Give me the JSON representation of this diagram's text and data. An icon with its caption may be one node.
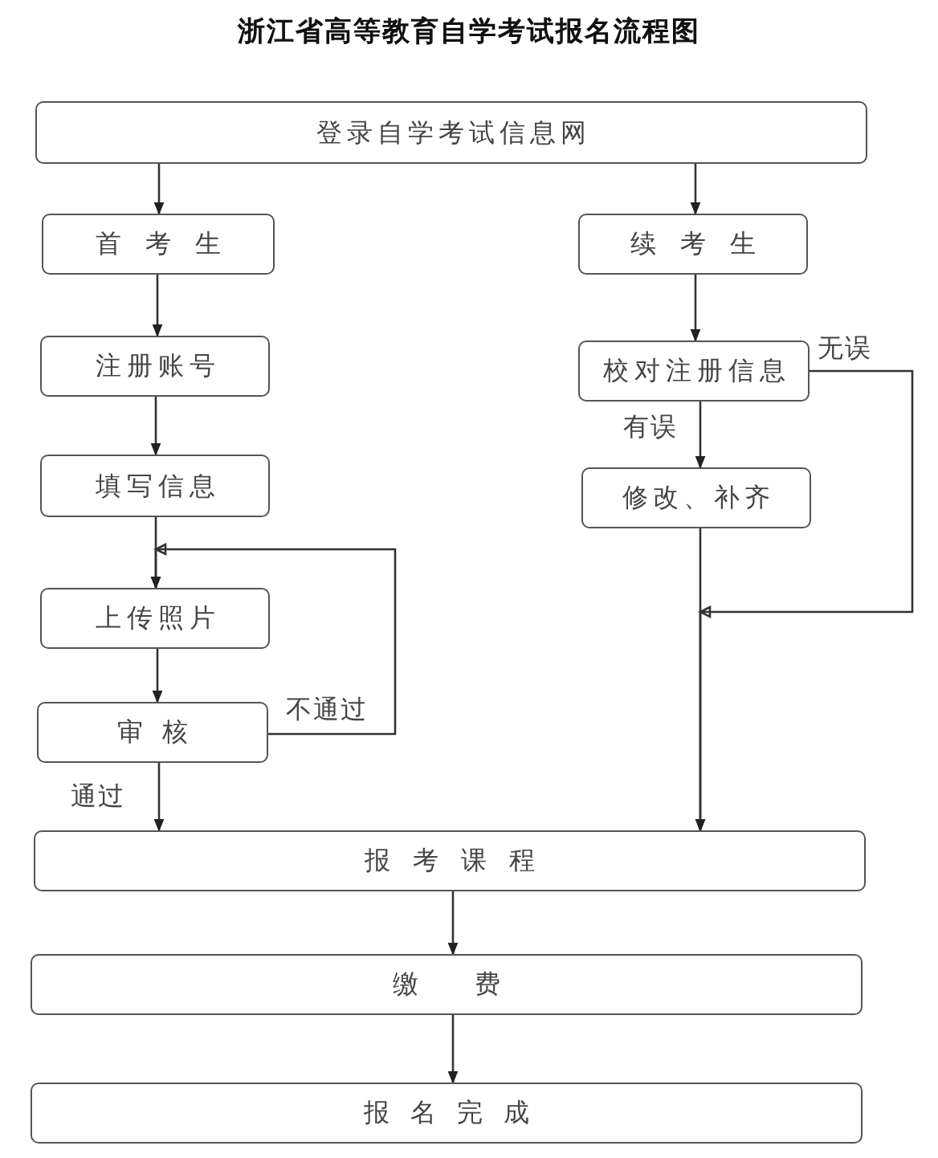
{
  "diagram": {
    "title": "浙江省高等教育自学考试报名流程图",
    "nodes": [
      {
        "text": [
          "登录自学考试信息网"
        ]
      },
      {
        "text": [
          "首 考 生"
        ]
      },
      {
        "text": [
          "续 考 生"
        ]
      },
      {
        "text": [
          "注册账号"
        ]
      },
      {
        "text": [
          "校对注册信息"
        ]
      },
      {
        "text": [
          "填写信息"
        ]
      },
      {
        "text": [
          "修改、补齐"
        ]
      },
      {
        "text": [
          "上传照片"
        ]
      },
      {
        "text": [
          "审 核"
        ]
      },
      {
        "text": [
          "报 考 课 程"
        ]
      },
      {
        "text": [
          "缴 费"
        ]
      },
      {
        "text": [
          "报 名 完 成"
        ]
      }
    ],
    "edges": [
      {
        "from": 0,
        "to": 1,
        "arrow": "to"
      },
      {
        "from": 0,
        "to": 2,
        "arrow": "to"
      },
      {
        "from": 1,
        "to": 3,
        "arrow": "to"
      },
      {
        "from": 2,
        "to": 4,
        "arrow": "to"
      },
      {
        "from": 3,
        "to": 5,
        "arrow": "to"
      },
      {
        "from": 4,
        "to": 6,
        "arrow": "to",
        "label": "有误"
      },
      {
        "from": 4,
        "to": 9,
        "arrow": "to",
        "label": "无误"
      },
      {
        "from": 5,
        "to": 7,
        "arrow": "to"
      },
      {
        "from": 6,
        "to": 9,
        "arrow": "to"
      },
      {
        "from": 7,
        "to": 8,
        "arrow": "to"
      },
      {
        "from": 8,
        "to": 7,
        "arrow": "to",
        "label": "不通过"
      },
      {
        "from": 8,
        "to": 9,
        "arrow": "to",
        "label": "通过"
      },
      {
        "from": 9,
        "to": 10,
        "arrow": "to"
      },
      {
        "from": 10,
        "to": 11,
        "arrow": "to"
      }
    ]
  }
}
